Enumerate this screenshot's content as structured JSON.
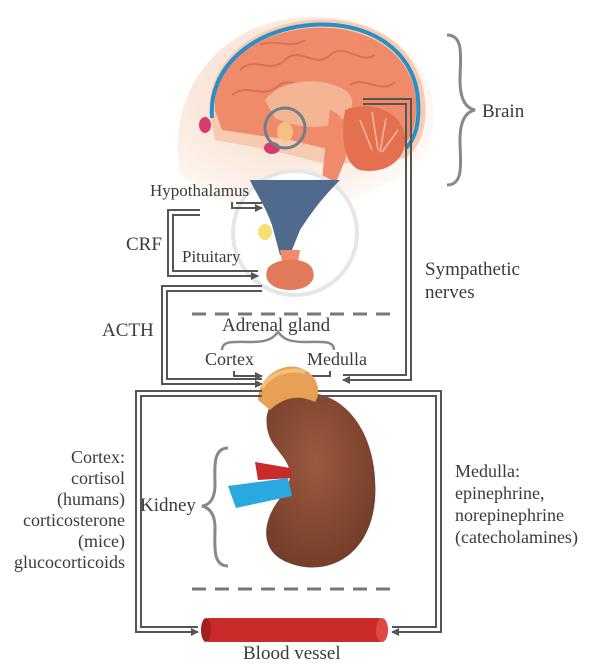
{
  "labels": {
    "brain": "Brain",
    "hypothalamus": "Hypothalamus",
    "crf": "CRF",
    "pituitary": "Pituitary",
    "sympathetic_line1": "Sympathetic",
    "sympathetic_line2": "nerves",
    "acth": "ACTH",
    "adrenal_gland": "Adrenal gland",
    "cortex": "Cortex",
    "medulla": "Medulla",
    "kidney": "Kidney",
    "cortex_hormones": [
      "Cortex:",
      "cortisol",
      "(humans)",
      "corticosterone",
      "(mice)",
      "glucocorticoids"
    ],
    "medulla_hormones": [
      "Medulla:",
      "epinephrine,",
      "norepinephrine",
      "(catecholamines)"
    ],
    "blood_vessel": "Blood vessel"
  },
  "colors": {
    "brain_outer": "#f3c4a8",
    "brain_cortex": "#ef8a6a",
    "brain_line": "#2a8fc7",
    "kidney": "#8b4a33",
    "adrenal": "#e8a056",
    "pituitary_blue": "#4f6a8c",
    "vessel_red": "#c92a2a",
    "vessel_blue": "#2aa8e0",
    "arrow": "#555555",
    "brace": "#888888"
  }
}
